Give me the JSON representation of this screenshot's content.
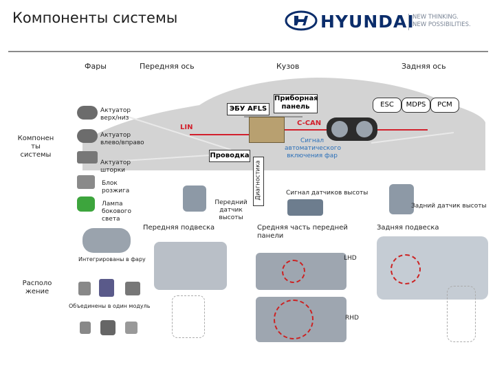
{
  "page": {
    "title": "Компоненты системы"
  },
  "brand": {
    "name": "HYUNDAI",
    "tagline1": "NEW THINKING.",
    "tagline2": "NEW POSSIBILITIES."
  },
  "columns": {
    "headlamps": "Фары",
    "front_axle": "Передняя ось",
    "body": "Кузов",
    "rear_axle": "Задняя ось"
  },
  "rows": {
    "components_line1": "Компонен",
    "components_line2": "ты",
    "components_line3": "системы",
    "location_line1": "Располо",
    "location_line2": "жение"
  },
  "actuators": {
    "updown_1": "Актуатор",
    "updown_2": "верх/низ",
    "leftright_1": "Актуатор",
    "leftright_2": "влево/вправо",
    "shutter_1": "Актуатор",
    "shutter_2": "шторки",
    "ignition_1": "Блок",
    "ignition_2": "розжига",
    "sidelamp_1": "Лампа",
    "sidelamp_2": "бокового",
    "sidelamp_3": "света"
  },
  "labels": {
    "ecu": "ЭБУ AFLS",
    "dash_1": "Приборная",
    "dash_2": "панель",
    "lin": "LIN",
    "ccan": "C-CAN",
    "auto_1": "Сигнал",
    "auto_2": "автоматического",
    "auto_3": "включения фар",
    "wiring": "Проводка",
    "diagnostics": "Диагностика",
    "esc": "ESC",
    "mdps": "MDPS",
    "pcm": "PCM",
    "height_signal": "Сигнал датчиков высоты",
    "front_sensor_1": "Передний",
    "front_sensor_2": "датчик",
    "front_sensor_3": "высоты",
    "rear_sensor": "Задний датчик высоты",
    "front_susp": "Передняя подвеска",
    "crossmember_1": "Средняя часть передней",
    "crossmember_2": "панели",
    "rear_susp": "Задняя подвеска",
    "integrated": "Интегрированы в фару",
    "combined": "Объединены в один модуль",
    "lhd": "LHD",
    "rhd": "RHD"
  },
  "colors": {
    "brand": "#0b2d6b",
    "lin_line": "#d21f2b",
    "ccan_line": "#d21f2b",
    "signal_text": "#2a6fb8",
    "car_silhouette": "#d3d3d3",
    "sensor_highlight": "#cc2222"
  }
}
